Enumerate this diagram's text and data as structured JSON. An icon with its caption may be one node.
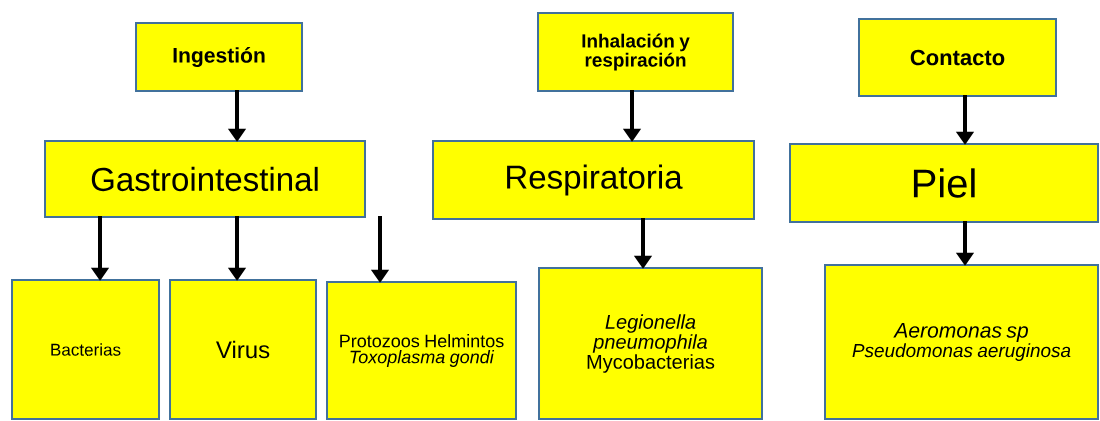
{
  "diagram": {
    "nodes": [
      {
        "text": [
          "Ingestión"
        ]
      },
      {
        "text": [
          "Inhalación y respiración"
        ]
      },
      {
        "text": [
          "Contacto"
        ]
      },
      {
        "text": [
          "Gastrointestinal"
        ]
      },
      {
        "text": [
          "Respiratoria"
        ]
      },
      {
        "text": [
          "Piel"
        ]
      },
      {
        "text": [
          "Bacterias"
        ]
      },
      {
        "text": [
          "Virus"
        ]
      },
      {
        "text": [
          "Protozoos Helmintos *Toxoplasma gondi*"
        ]
      },
      {
        "text": [
          "*Legionella pneumophila* Mycobacterias"
        ]
      },
      {
        "text": [
          "Aeromonas sp",
          "Pseudomonas aeruginosa"
        ]
      }
    ],
    "edges": [
      {
        "from": 0,
        "to": 3,
        "arrow": "to"
      },
      {
        "from": 1,
        "to": 4,
        "arrow": "to"
      },
      {
        "from": 2,
        "to": 5,
        "arrow": "to"
      },
      {
        "from": 3,
        "to": 6,
        "arrow": "to"
      },
      {
        "from": 3,
        "to": 7,
        "arrow": "to"
      },
      {
        "from": 3,
        "to": 8,
        "arrow": "to"
      },
      {
        "from": 4,
        "to": 9,
        "arrow": "to"
      },
      {
        "from": 5,
        "to": 10,
        "arrow": "to"
      }
    ]
  }
}
